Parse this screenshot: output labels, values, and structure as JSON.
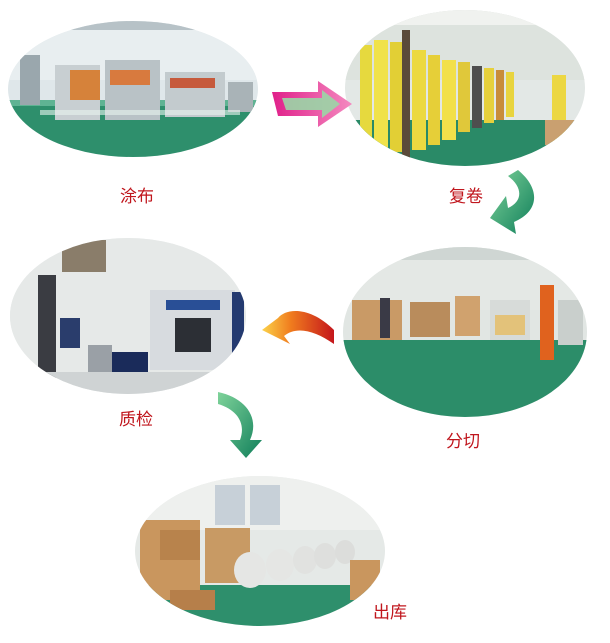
{
  "steps": [
    {
      "id": "coating",
      "label": "涂布"
    },
    {
      "id": "rewinding",
      "label": "复卷"
    },
    {
      "id": "slitting",
      "label": "分切"
    },
    {
      "id": "inspection",
      "label": "质检"
    },
    {
      "id": "shipping",
      "label": "出库"
    }
  ],
  "colors": {
    "label_red": "#c0161d",
    "arrow_pink": "#e2338f",
    "arrow_green": "#1a9a6a",
    "arrow_orange": "#f0701e",
    "floor_green": "#2f8f6e"
  }
}
